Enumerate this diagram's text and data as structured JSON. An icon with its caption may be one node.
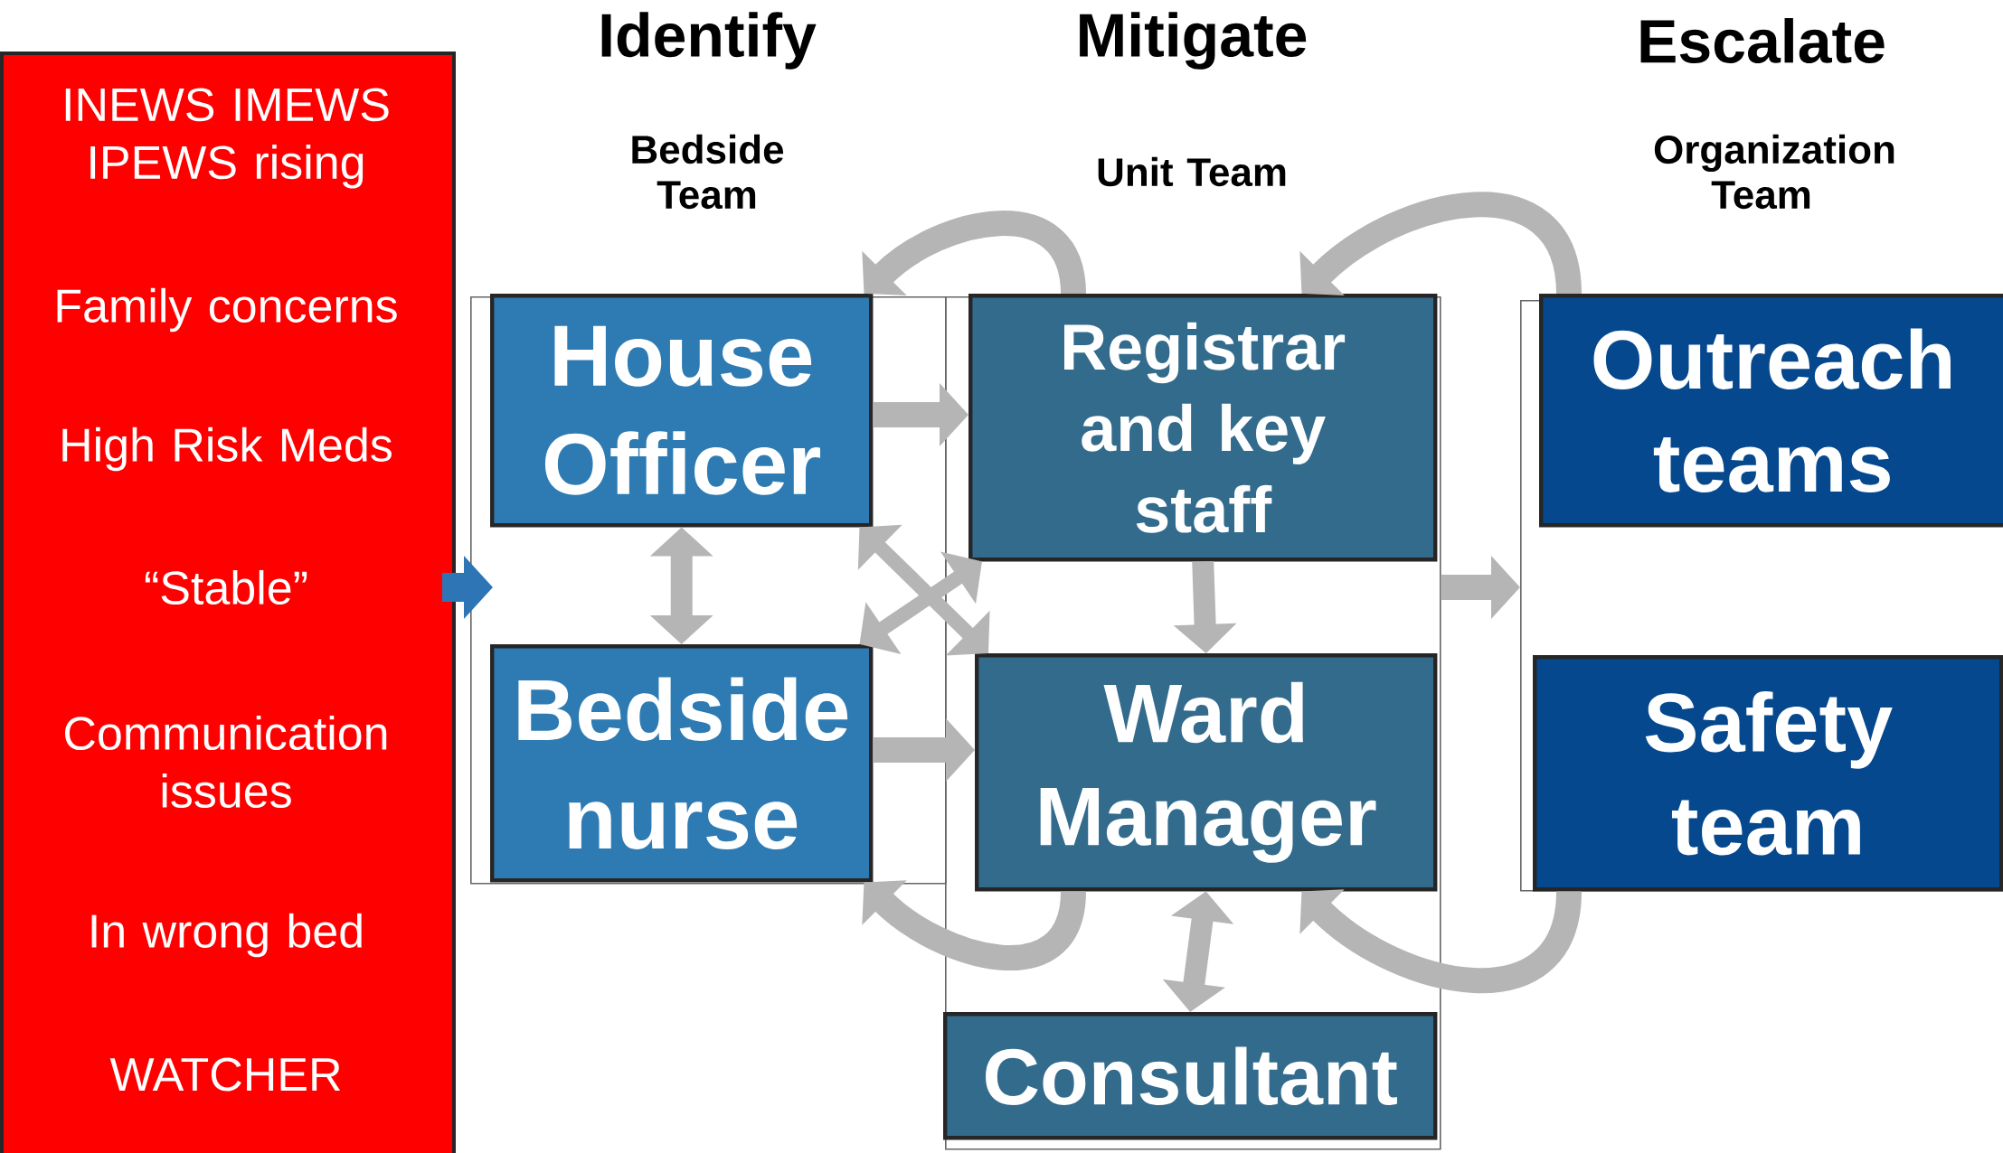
{
  "diagram": {
    "nodes": [
      {
        "text": [
          "INEWS IMEWS IPEWS rising",
          "Family concerns",
          "High Risk Meds",
          "“Stable”",
          "Communication issues",
          "In wrong bed",
          "WATCHER"
        ]
      },
      {
        "text": [
          "Identify",
          "Bedside Team"
        ]
      },
      {
        "text": [
          "House Officer"
        ],
        "in": 1
      },
      {
        "text": [
          "Bedside nurse"
        ],
        "in": 1
      },
      {
        "text": [
          "Mitigate",
          "Unit Team"
        ]
      },
      {
        "text": [
          "Registrar and key staff"
        ],
        "in": 4
      },
      {
        "text": [
          "Ward Manager"
        ],
        "in": 4
      },
      {
        "text": [
          "Consultant"
        ],
        "in": 4
      },
      {
        "text": [
          "Escalate",
          "Organization Team"
        ]
      },
      {
        "text": [
          "Outreach teams"
        ],
        "in": 8
      },
      {
        "text": [
          "Safety team"
        ],
        "in": 8
      }
    ],
    "edges": [
      {
        "from": 0,
        "to": 1,
        "arrow": "to",
        "color": "#2e75b6"
      },
      {
        "from": 2,
        "to": 3,
        "arrow": "both"
      },
      {
        "from": 2,
        "to": 5,
        "arrow": "to"
      },
      {
        "from": 3,
        "to": 6,
        "arrow": "to"
      },
      {
        "from": 2,
        "to": 6,
        "arrow": "both"
      },
      {
        "from": 3,
        "to": 5,
        "arrow": "both"
      },
      {
        "from": 5,
        "to": 6,
        "arrow": "to"
      },
      {
        "from": 6,
        "to": 7,
        "arrow": "both"
      },
      {
        "from": 4,
        "to": 8,
        "arrow": "to"
      },
      {
        "from": 5,
        "to": 2,
        "arrow": "to"
      },
      {
        "from": 9,
        "to": 5,
        "arrow": "to"
      },
      {
        "from": 6,
        "to": 3,
        "arrow": "to"
      },
      {
        "from": 10,
        "to": 6,
        "arrow": "to"
      }
    ]
  }
}
